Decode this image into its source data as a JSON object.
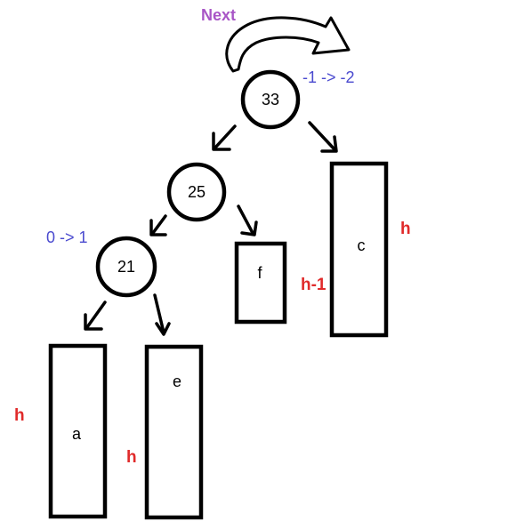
{
  "annotation": {
    "next_label": "Next"
  },
  "nodes": {
    "root": {
      "value": "33",
      "balance_change": "-1 -> -2"
    },
    "left_child": {
      "value": "25"
    },
    "left_grandchild": {
      "value": "21",
      "balance_change": "0 -> 1"
    }
  },
  "subtrees": {
    "a": {
      "label": "a",
      "height": "h"
    },
    "e": {
      "label": "e",
      "height": "h"
    },
    "f": {
      "label": "f",
      "height": "h-1"
    },
    "c": {
      "label": "c",
      "height": "h"
    }
  },
  "colors": {
    "next": "#a855c6",
    "balance": "#4a4acf",
    "height": "#e02a2a"
  }
}
